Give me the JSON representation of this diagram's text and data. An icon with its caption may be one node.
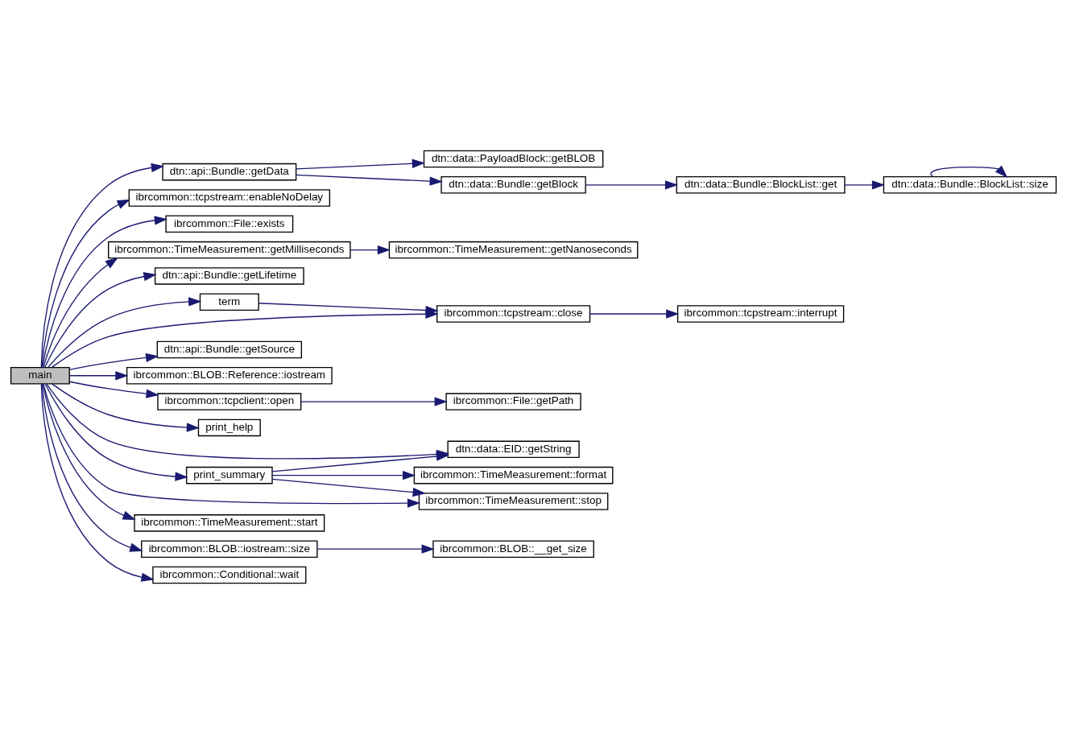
{
  "diagram": {
    "nodes": [
      {
        "text": [
          "main"
        ]
      },
      {
        "text": [
          "dtn::api::Bundle::getData"
        ]
      },
      {
        "text": [
          "dtn::data::PayloadBlock::getBLOB"
        ]
      },
      {
        "text": [
          "dtn::data::Bundle::getBlock"
        ]
      },
      {
        "text": [
          "dtn::data::Bundle::BlockList::get"
        ]
      },
      {
        "text": [
          "dtn::data::Bundle::BlockList::size"
        ]
      },
      {
        "text": [
          "ibrcommon::tcpstream::enableNoDelay"
        ]
      },
      {
        "text": [
          "ibrcommon::File::exists"
        ]
      },
      {
        "text": [
          "ibrcommon::TimeMeasurement::getMilliseconds"
        ]
      },
      {
        "text": [
          "ibrcommon::TimeMeasurement::getNanoseconds"
        ]
      },
      {
        "text": [
          "dtn::api::Bundle::getLifetime"
        ]
      },
      {
        "text": [
          "term"
        ]
      },
      {
        "text": [
          "ibrcommon::tcpstream::close"
        ]
      },
      {
        "text": [
          "ibrcommon::tcpstream::interrupt"
        ]
      },
      {
        "text": [
          "dtn::api::Bundle::getSource"
        ]
      },
      {
        "text": [
          "ibrcommon::BLOB::Reference::iostream"
        ]
      },
      {
        "text": [
          "ibrcommon::tcpclient::open"
        ]
      },
      {
        "text": [
          "ibrcommon::File::getPath"
        ]
      },
      {
        "text": [
          "print_help"
        ]
      },
      {
        "text": [
          "dtn::data::EID::getString"
        ]
      },
      {
        "text": [
          "print_summary"
        ]
      },
      {
        "text": [
          "ibrcommon::TimeMeasurement::format"
        ]
      },
      {
        "text": [
          "ibrcommon::TimeMeasurement::stop"
        ]
      },
      {
        "text": [
          "ibrcommon::TimeMeasurement::start"
        ]
      },
      {
        "text": [
          "ibrcommon::BLOB::iostream::size"
        ]
      },
      {
        "text": [
          "ibrcommon::BLOB::__get_size"
        ]
      },
      {
        "text": [
          "ibrcommon::Conditional::wait"
        ]
      }
    ],
    "edges": [
      {
        "from": 0,
        "to": 1,
        "arrow": "to"
      },
      {
        "from": 1,
        "to": 2,
        "arrow": "to"
      },
      {
        "from": 1,
        "to": 3,
        "arrow": "to"
      },
      {
        "from": 3,
        "to": 4,
        "arrow": "to"
      },
      {
        "from": 4,
        "to": 5,
        "arrow": "to"
      },
      {
        "from": 5,
        "to": 5,
        "arrow": "to"
      },
      {
        "from": 0,
        "to": 6,
        "arrow": "to"
      },
      {
        "from": 0,
        "to": 7,
        "arrow": "to"
      },
      {
        "from": 0,
        "to": 8,
        "arrow": "to"
      },
      {
        "from": 8,
        "to": 9,
        "arrow": "to"
      },
      {
        "from": 0,
        "to": 10,
        "arrow": "to"
      },
      {
        "from": 0,
        "to": 11,
        "arrow": "to"
      },
      {
        "from": 11,
        "to": 12,
        "arrow": "to"
      },
      {
        "from": 12,
        "to": 13,
        "arrow": "to"
      },
      {
        "from": 0,
        "to": 14,
        "arrow": "to"
      },
      {
        "from": 0,
        "to": 12,
        "arrow": "to"
      },
      {
        "from": 0,
        "to": 15,
        "arrow": "to"
      },
      {
        "from": 0,
        "to": 16,
        "arrow": "to"
      },
      {
        "from": 16,
        "to": 17,
        "arrow": "to"
      },
      {
        "from": 0,
        "to": 18,
        "arrow": "to"
      },
      {
        "from": 0,
        "to": 19,
        "arrow": "to"
      },
      {
        "from": 0,
        "to": 20,
        "arrow": "to"
      },
      {
        "from": 20,
        "to": 19,
        "arrow": "to"
      },
      {
        "from": 20,
        "to": 21,
        "arrow": "to"
      },
      {
        "from": 20,
        "to": 22,
        "arrow": "to"
      },
      {
        "from": 0,
        "to": 22,
        "arrow": "to"
      },
      {
        "from": 0,
        "to": 23,
        "arrow": "to"
      },
      {
        "from": 0,
        "to": 24,
        "arrow": "to"
      },
      {
        "from": 24,
        "to": 25,
        "arrow": "to"
      },
      {
        "from": 0,
        "to": 26,
        "arrow": "to"
      }
    ]
  }
}
